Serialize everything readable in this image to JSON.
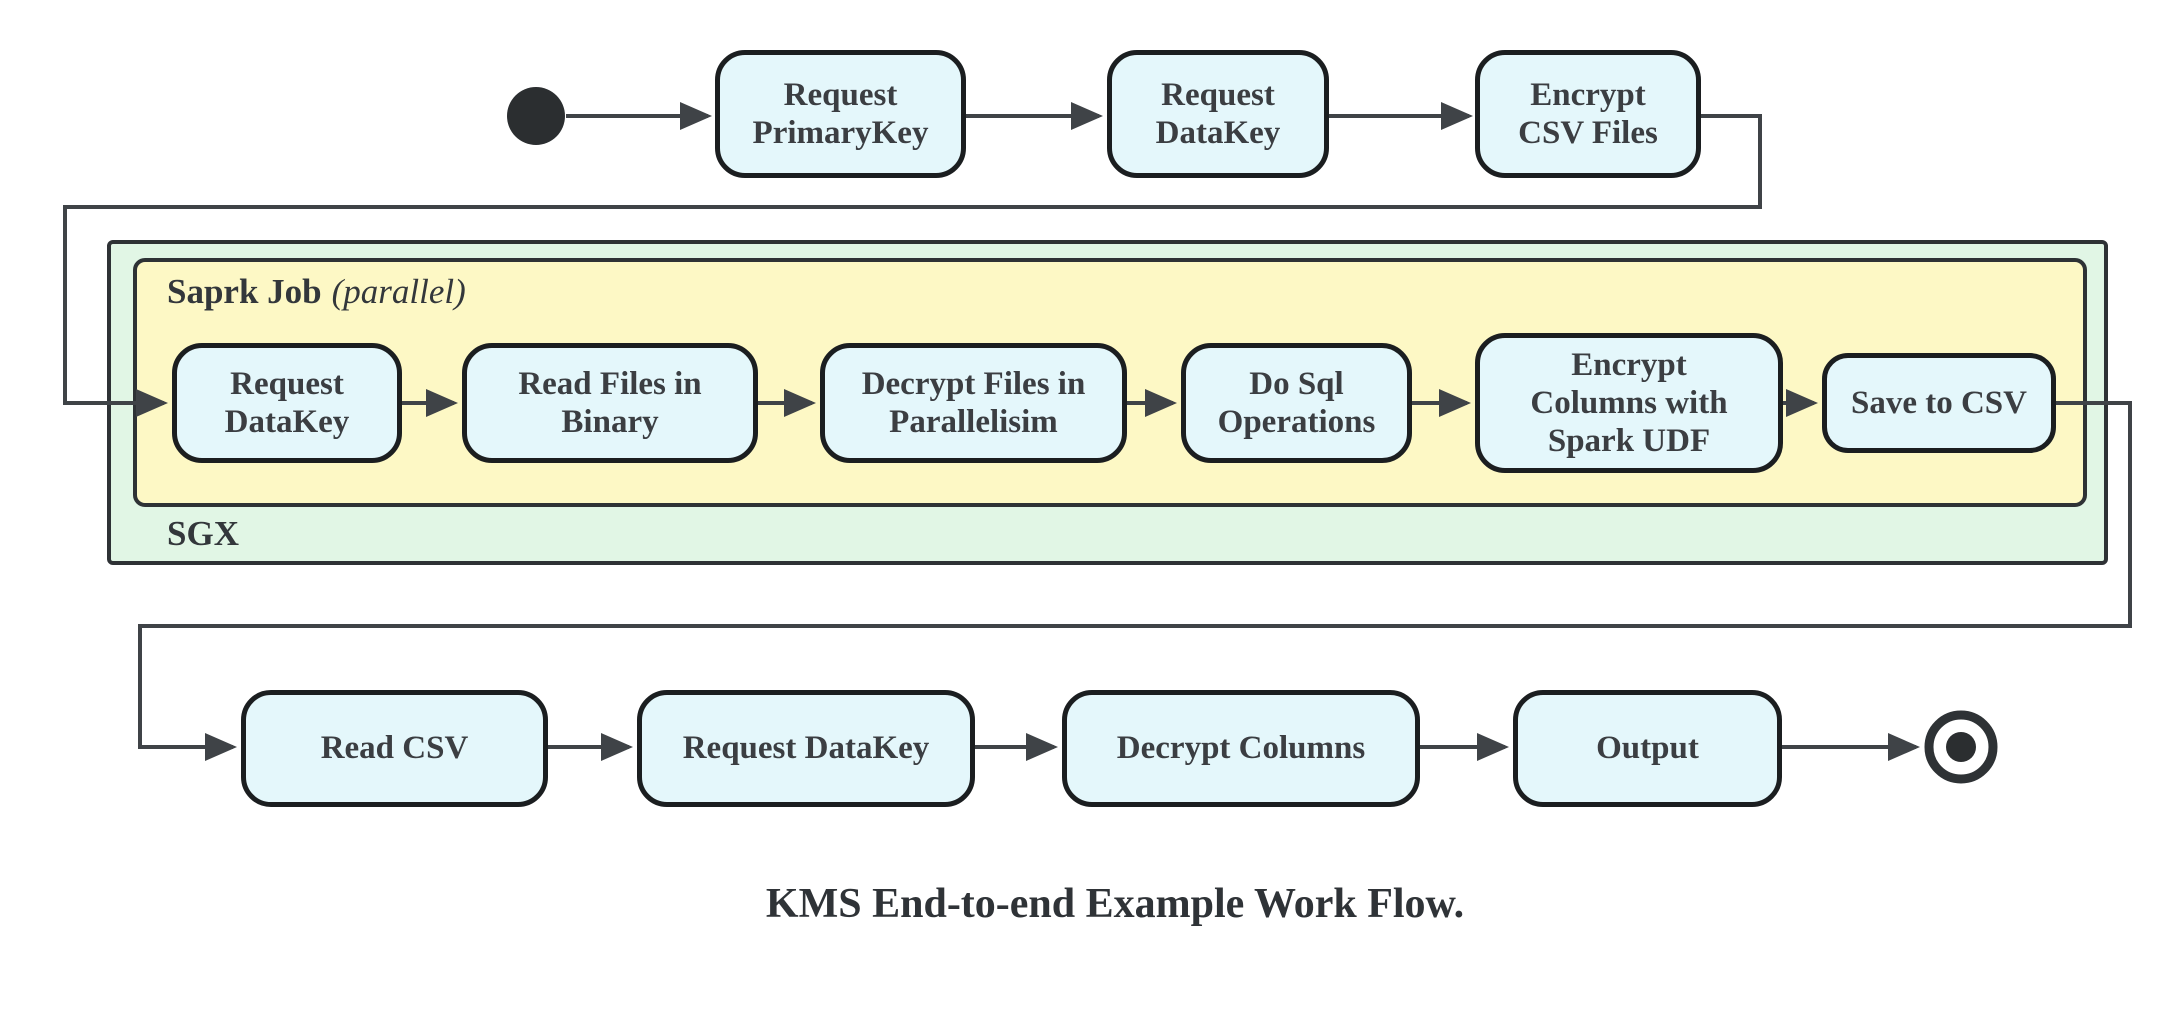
{
  "diagram": {
    "caption": "KMS End-to-end Example Work Flow.",
    "containers": {
      "sgx": {
        "label": "SGX"
      },
      "spark_job": {
        "label_bold": "Saprk Job",
        "label_italic": "(parallel)"
      }
    },
    "nodes": {
      "top": [
        {
          "label": "Request\nPrimaryKey"
        },
        {
          "label": "Request\nDataKey"
        },
        {
          "label": "Encrypt\nCSV Files"
        }
      ],
      "spark": [
        {
          "label": "Request\nDataKey"
        },
        {
          "label": "Read Files in\nBinary"
        },
        {
          "label": "Decrypt Files in\nParallelisim"
        },
        {
          "label": "Do Sql\nOperations"
        },
        {
          "label": "Encrypt\nColumns with\nSpark UDF"
        },
        {
          "label": "Save to CSV"
        }
      ],
      "bottom": [
        {
          "label": "Read CSV"
        },
        {
          "label": "Request DataKey"
        },
        {
          "label": "Decrypt Columns"
        },
        {
          "label": "Output"
        }
      ]
    },
    "colors": {
      "node_fill": "#e4f7fb",
      "node_border": "#1b1e20",
      "sgx_fill": "#e1f6e5",
      "spark_fill": "#fdf8c5",
      "container_border": "#2e3235",
      "connector": "#3f4347",
      "text": "#3b3e42",
      "start_end_node": "#2b2e30"
    }
  }
}
